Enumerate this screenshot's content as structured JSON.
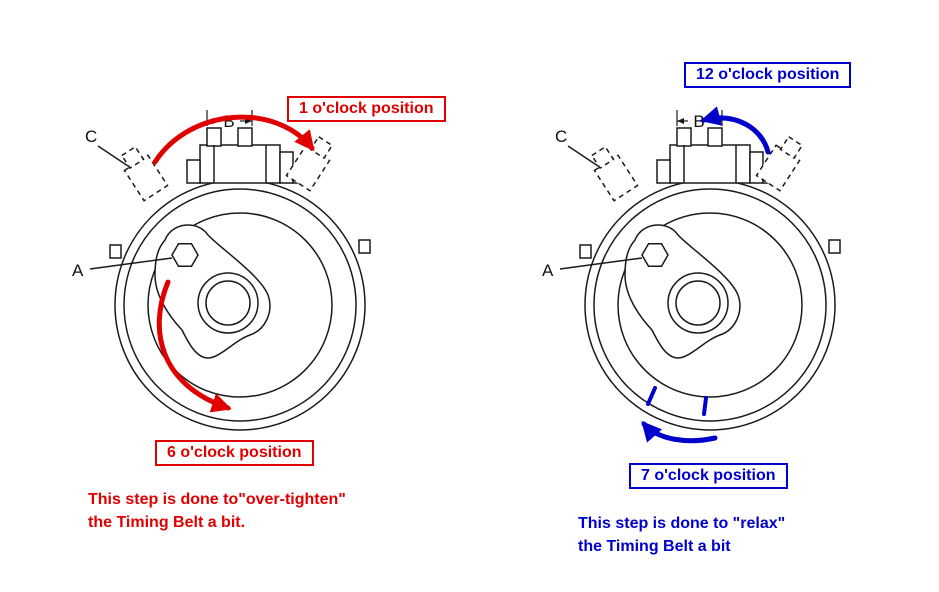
{
  "colors": {
    "red_accent": "#e00000",
    "blue_accent": "#0000cc",
    "line": "#1a1a1a"
  },
  "left": {
    "top_label": "1 o'clock position",
    "bottom_label": "6 o'clock position",
    "caption_line1": "This step is done to\"over-tighten\"",
    "caption_line2": "the Timing Belt a bit.",
    "label_a": "A",
    "label_b": "B",
    "label_c": "C"
  },
  "right": {
    "top_label": "12 o'clock position",
    "bottom_label": "7 o'clock position",
    "caption_line1": "This step is done to \"relax\"",
    "caption_line2": "the Timing Belt a bit",
    "label_a": "A",
    "label_b": "B",
    "label_c": "C"
  }
}
